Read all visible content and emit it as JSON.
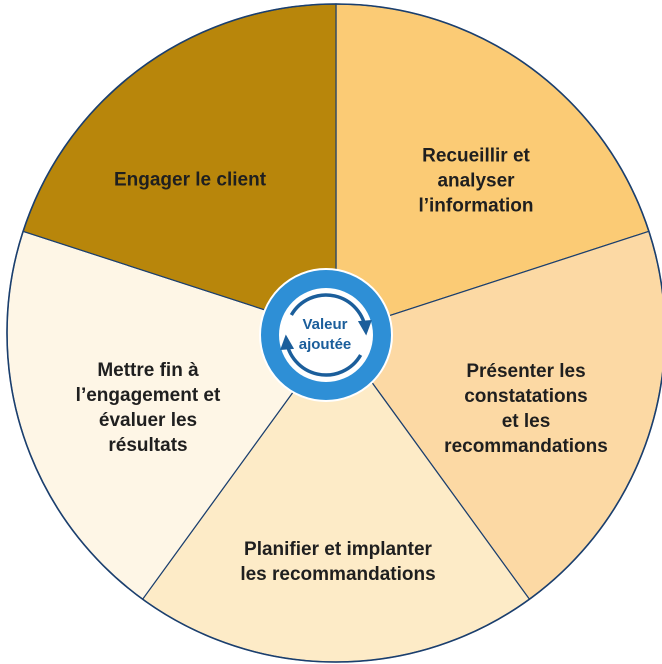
{
  "diagram": {
    "segments": [
      {
        "id": "engager",
        "lines": [
          "Engager le client"
        ],
        "color": "#b8860b"
      },
      {
        "id": "recueillir",
        "lines": [
          "Recueillir et",
          "analyser",
          "l’information"
        ],
        "color": "#fbcb75"
      },
      {
        "id": "presenter",
        "lines": [
          "Présenter les",
          "constatations",
          "et les",
          "recommandations"
        ],
        "color": "#fcd9a4"
      },
      {
        "id": "planifier",
        "lines": [
          "Planifier et implanter",
          "les recommandations"
        ],
        "color": "#fdebc7"
      },
      {
        "id": "mettre-fin",
        "lines": [
          "Mettre fin à",
          "l’engagement et",
          "évaluer les",
          "résultats"
        ],
        "color": "#fef6e6"
      }
    ],
    "center": {
      "lines": [
        "Valeur",
        "ajoutée"
      ],
      "ring_color": "#2e8fd6",
      "arrow_color": "#1b5e9b"
    },
    "outline_color": "#1b3f6e"
  }
}
